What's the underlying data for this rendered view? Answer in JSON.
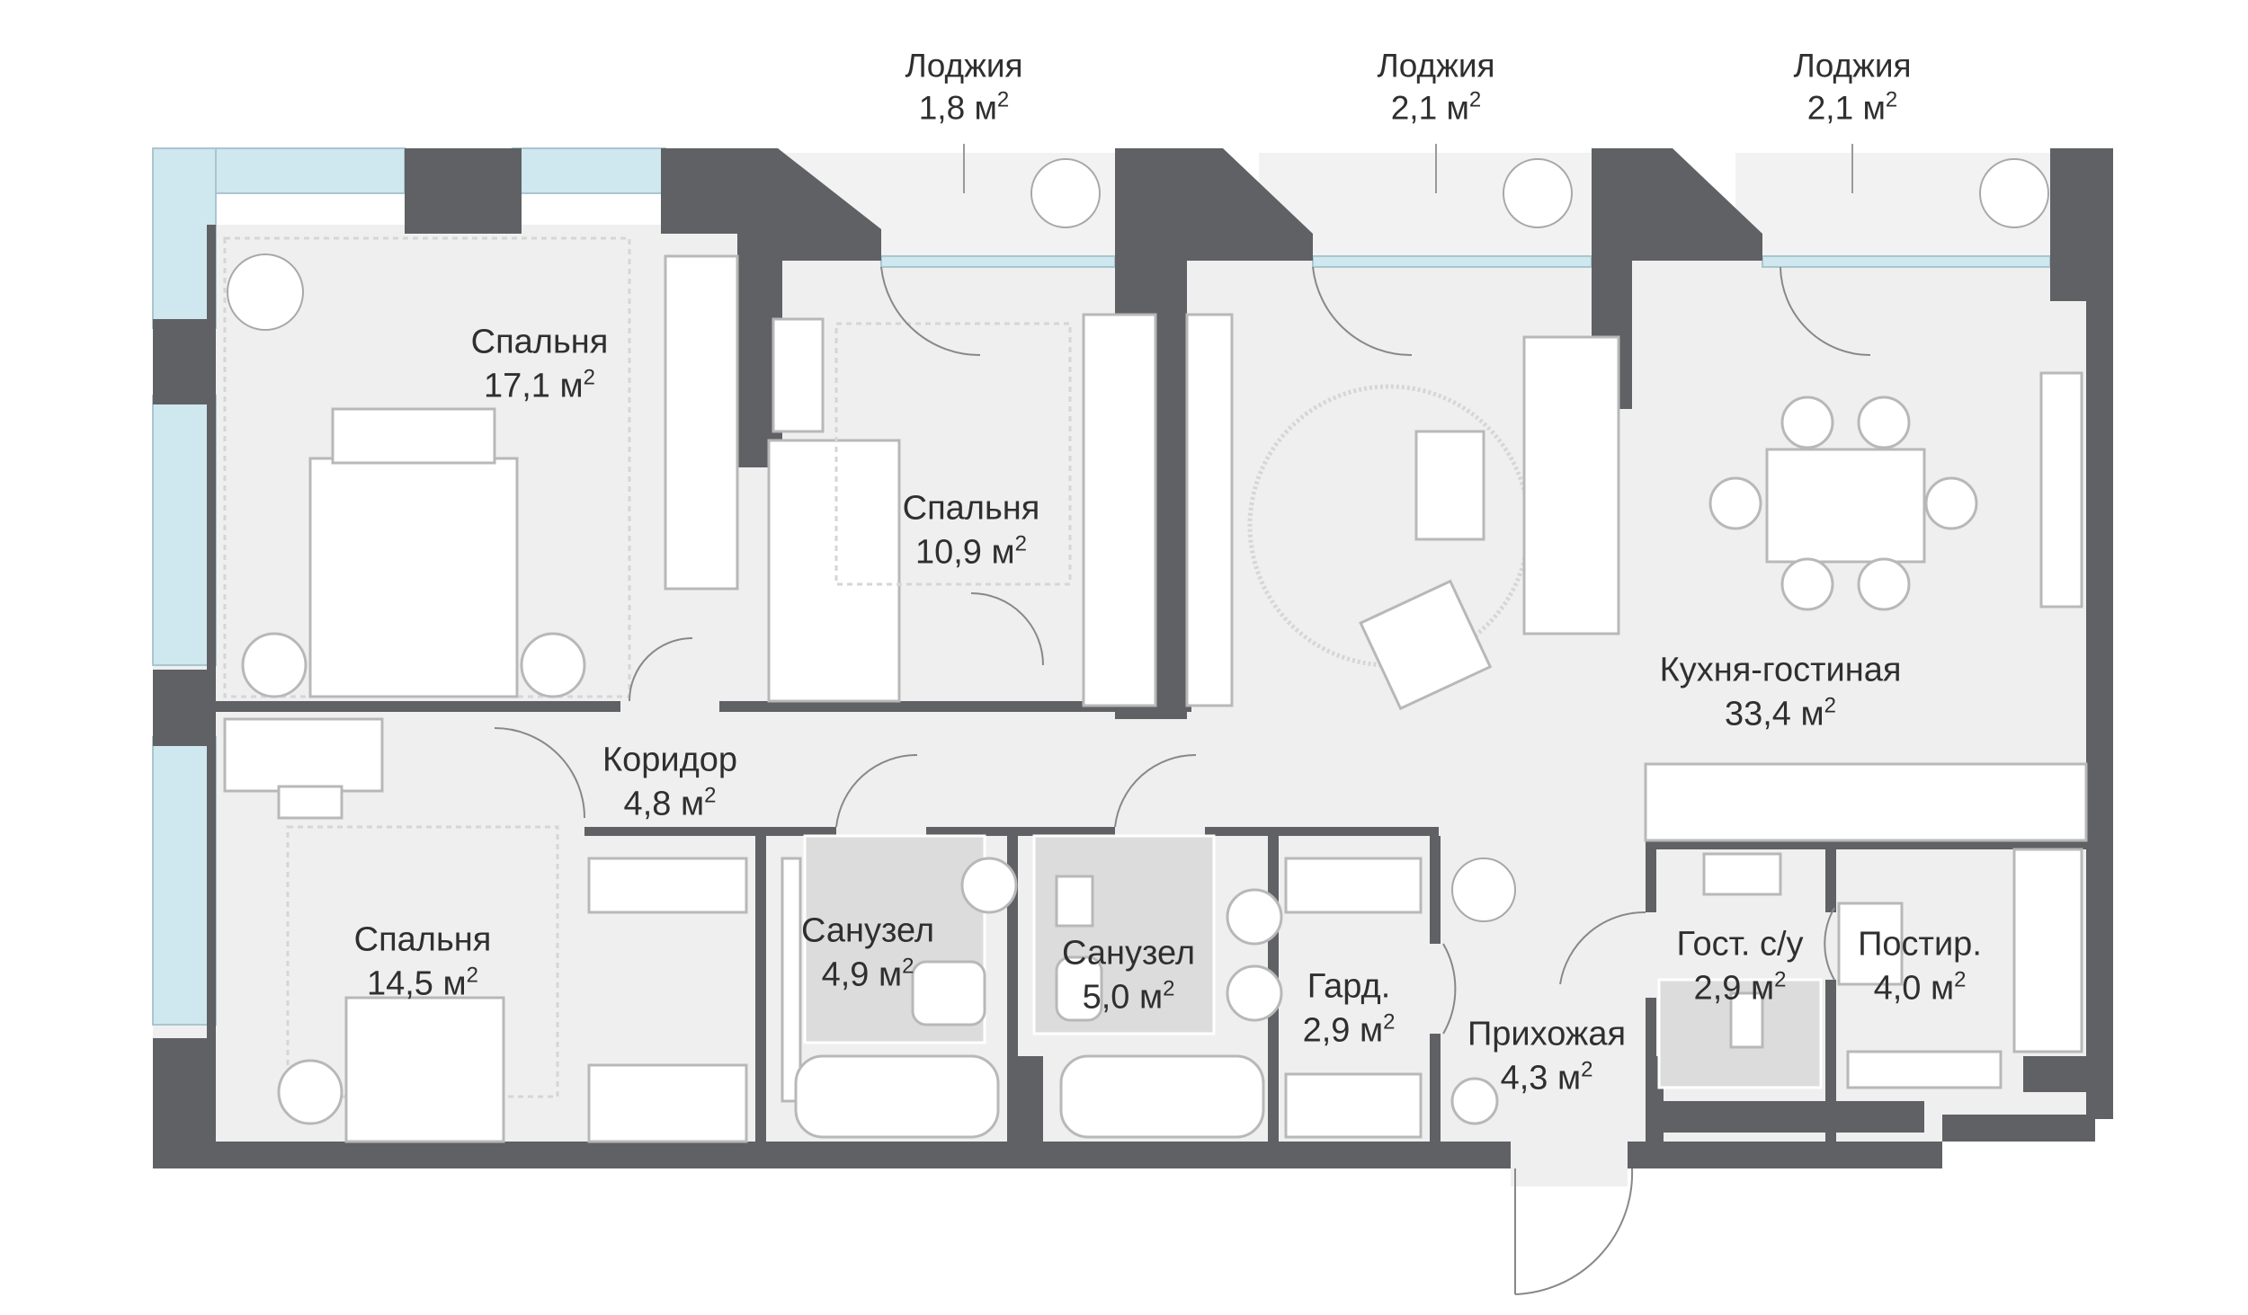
{
  "units": "м",
  "sup": "2",
  "colors": {
    "wall": "#5f6164",
    "floor": "#efefef",
    "glass": "#cfe7ee",
    "furniture_fill": "#ffffff",
    "furniture_line": "#b8b8b8",
    "tile": "#dcdcdc",
    "text": "#2f2f2f"
  },
  "rooms": [
    {
      "id": "bedroom-1",
      "name": "Спальня",
      "area": "17,1"
    },
    {
      "id": "bedroom-2",
      "name": "Спальня",
      "area": "10,9"
    },
    {
      "id": "bedroom-3",
      "name": "Спальня",
      "area": "14,5"
    },
    {
      "id": "corridor",
      "name": "Коридор",
      "area": "4,8"
    },
    {
      "id": "bathroom-1",
      "name": "Санузел",
      "area": "4,9"
    },
    {
      "id": "bathroom-2",
      "name": "Санузел",
      "area": "5,0"
    },
    {
      "id": "wardrobe",
      "name": "Гард.",
      "area": "2,9"
    },
    {
      "id": "hallway",
      "name": "Прихожая",
      "area": "4,3"
    },
    {
      "id": "guest-wc",
      "name": "Гост. с/у",
      "area": "2,9"
    },
    {
      "id": "laundry",
      "name": "Постир.",
      "area": "4,0"
    },
    {
      "id": "kitchen-living",
      "name": "Кухня-гостиная",
      "area": "33,4"
    }
  ],
  "loggias": [
    {
      "id": "loggia-1",
      "name": "Лоджия",
      "area": "1,8"
    },
    {
      "id": "loggia-2",
      "name": "Лоджия",
      "area": "2,1"
    },
    {
      "id": "loggia-3",
      "name": "Лоджия",
      "area": "2,1"
    }
  ]
}
